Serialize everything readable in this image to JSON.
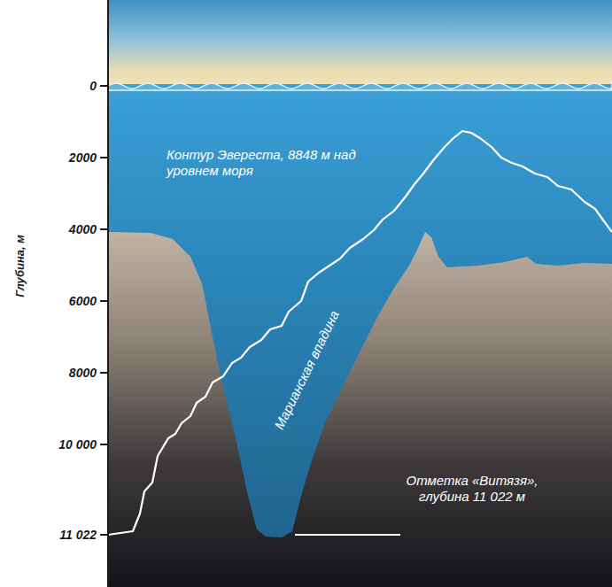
{
  "diagram": {
    "labels": [
      "0",
      "2000",
      "4000",
      "6000",
      "8000",
      "10 000",
      "11 022",
      "Глубина, м",
      "Контур Эвереста, 8848 м над уровнем моря",
      "Марианская впадина",
      "Отметка «Витязя», глубина 11 022 м"
    ]
  }
}
